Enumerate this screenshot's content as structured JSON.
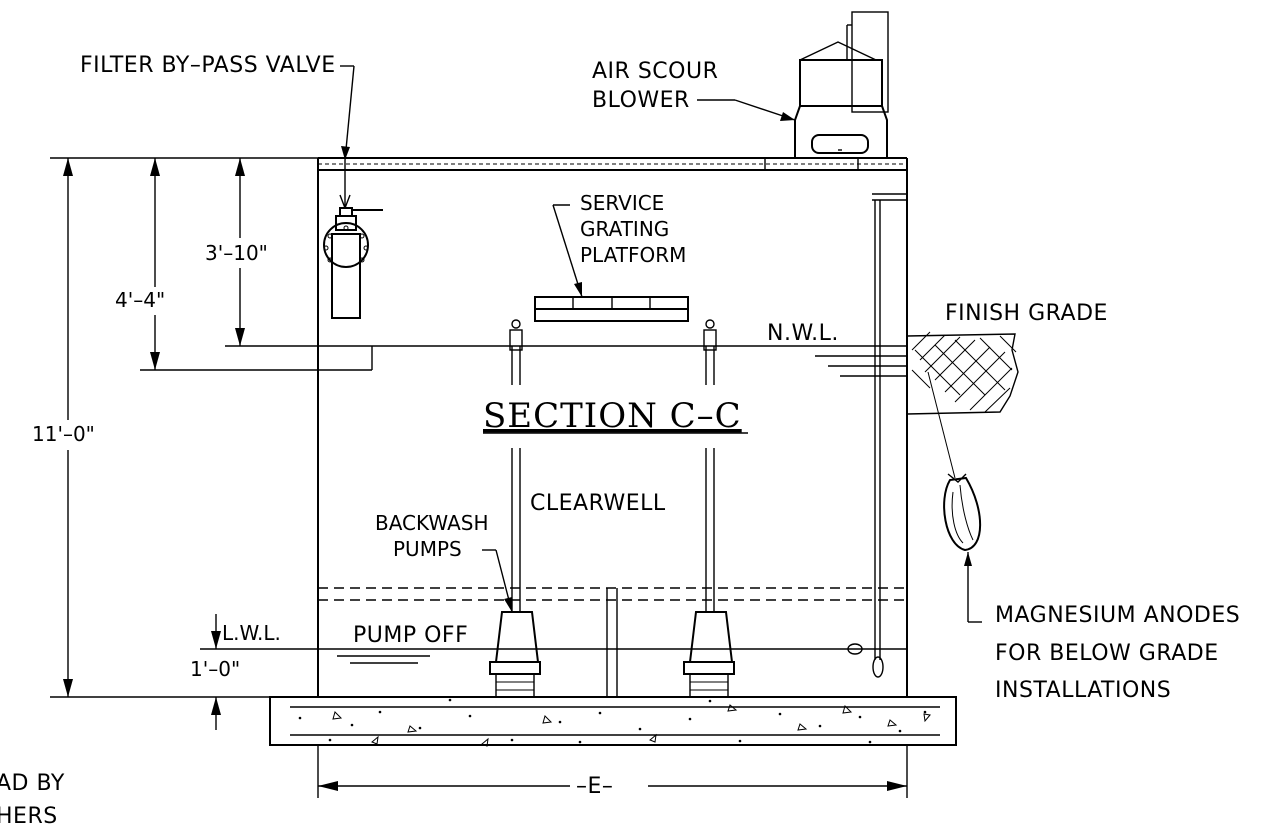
{
  "labels": {
    "filter_bypass": "FILTER BY–PASS VALVE",
    "air_scour_1": "AIR SCOUR",
    "air_scour_2": "BLOWER",
    "service_1": "SERVICE",
    "service_2": "GRATING",
    "service_3": "PLATFORM",
    "finish_grade": "FINISH GRADE",
    "nwl": "N.W.L.",
    "section": "SECTION C–C",
    "clearwell": "CLEARWELL",
    "backwash_1": "BACKWASH",
    "backwash_2": "PUMPS",
    "lwl": "L.W.L.",
    "pump_off": "PUMP OFF",
    "anodes_1": "MAGNESIUM ANODES",
    "anodes_2": "FOR BELOW GRADE",
    "anodes_3": "INSTALLATIONS",
    "width_dim": "–E–",
    "partial_1": "AD BY",
    "partial_2": "HERS"
  },
  "dimensions": {
    "d_3_10": "3'–10\"",
    "d_4_4": "4'–4\"",
    "d_11_0": "11'–0\"",
    "d_1_0": "1'–0\""
  }
}
